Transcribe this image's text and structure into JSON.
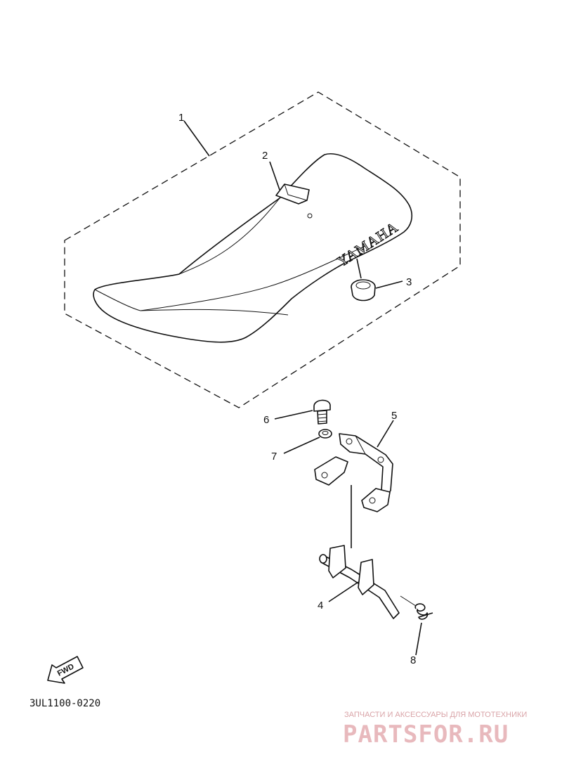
{
  "callouts": {
    "c1": "1",
    "c2": "2",
    "c3": "3",
    "c4": "4",
    "c5": "5",
    "c6": "6",
    "c7": "7",
    "c8": "8"
  },
  "seat_logo": "YAMAHA",
  "fwd_label": "FWD",
  "diagram_code": "3UL1100-0220",
  "watermark": {
    "top_line": "ЗАПЧАСТИ И АКСЕССУАРЫ ДЛЯ МОТОТЕХНИКИ",
    "brand": "PARTSFOR.RU"
  },
  "colors": {
    "line": "#111111",
    "watermark": "#e8b9bd"
  }
}
